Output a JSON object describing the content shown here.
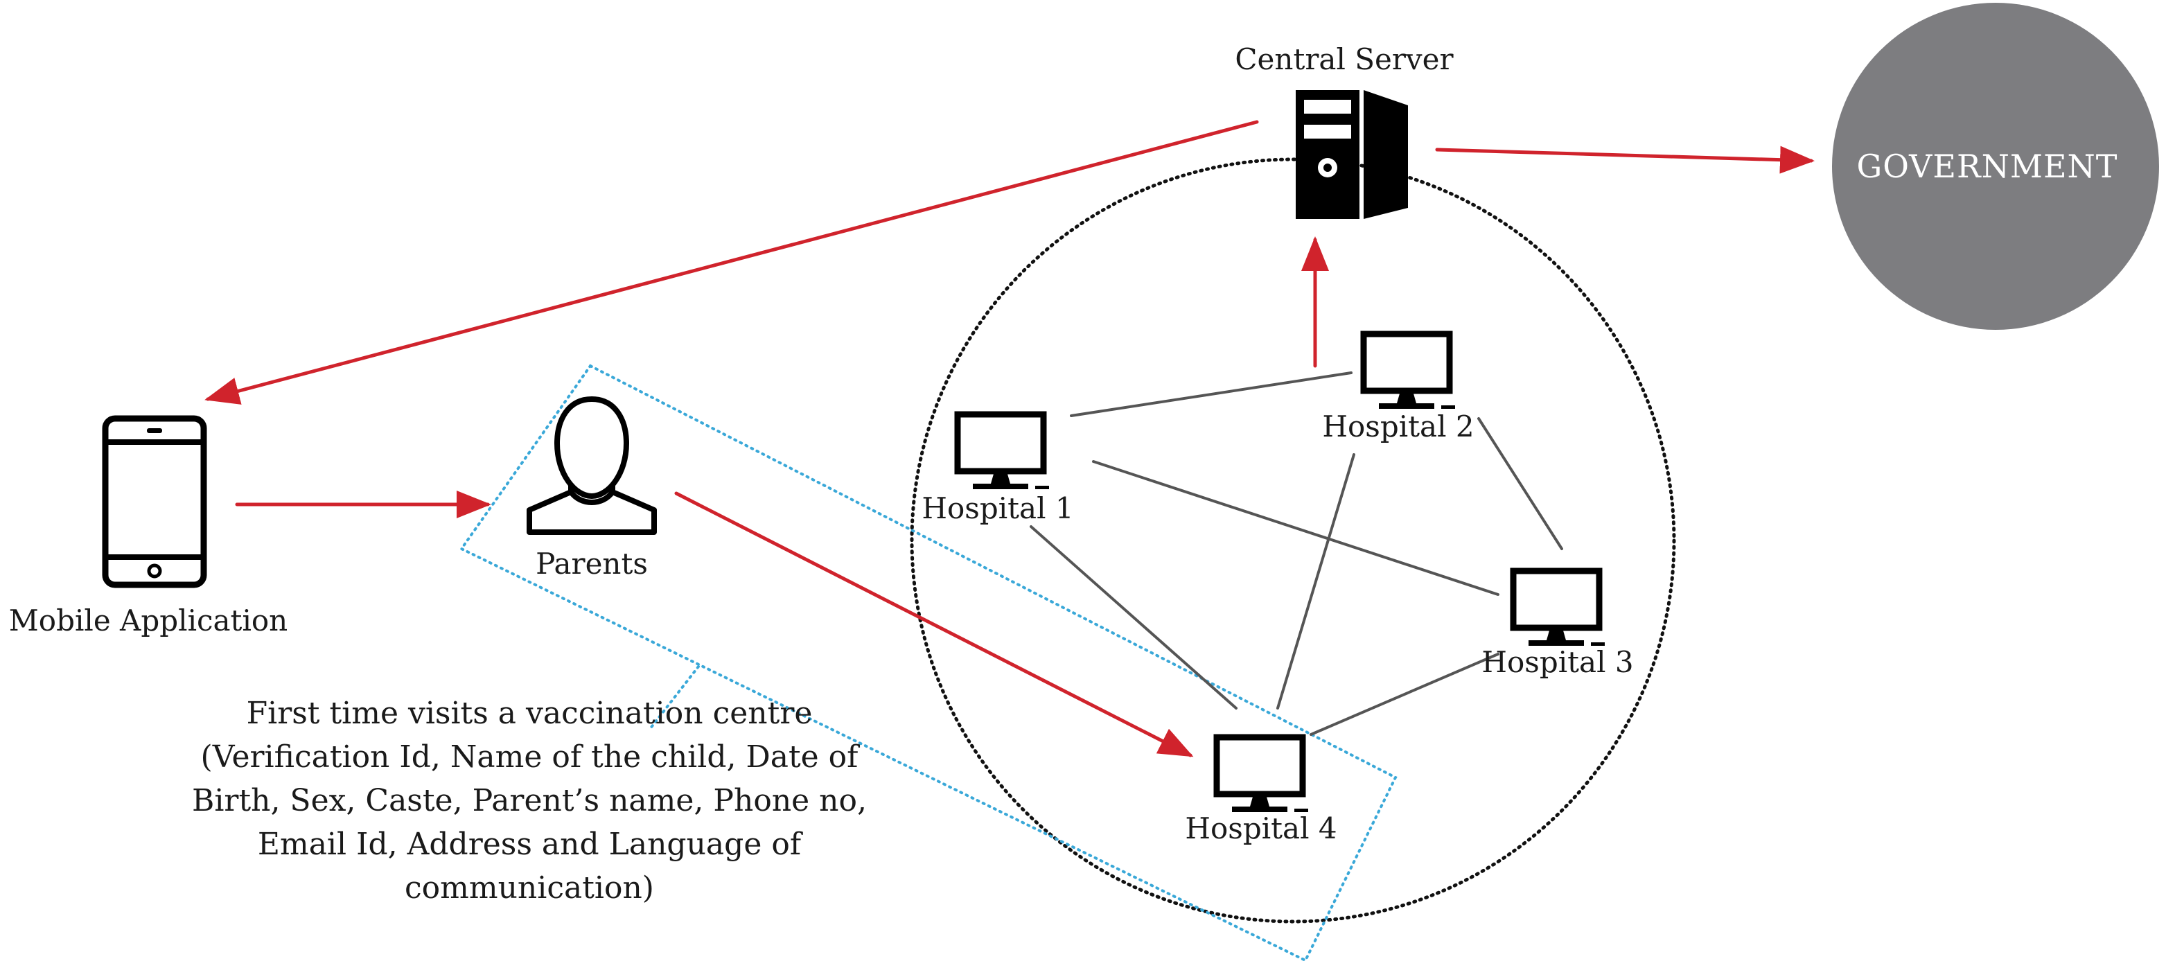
{
  "nodes": {
    "central_server": "Central Server",
    "government": "GOVERNMENT",
    "mobile_app": "Mobile Application",
    "parents": "Parents",
    "hospital_1": "Hospital 1",
    "hospital_2": "Hospital 2",
    "hospital_3": "Hospital 3",
    "hospital_4": "Hospital 4"
  },
  "note_lines": [
    "First time visits a vaccination centre",
    "(Verification Id, Name of the child, Date of",
    "Birth, Sex, Caste, Parent’s name, Phone no,",
    "Email Id, Address and Language of",
    "communication)"
  ],
  "colors": {
    "arrow": "#d0232c",
    "link": "#555555",
    "government_circle": "#7d7d80",
    "highlight_box": "#3aa8d8",
    "icon": "#000000"
  },
  "icons": {
    "server": "server-tower-icon",
    "phone": "smartphone-icon",
    "person": "person-icon",
    "computer": "desktop-computer-icon"
  }
}
